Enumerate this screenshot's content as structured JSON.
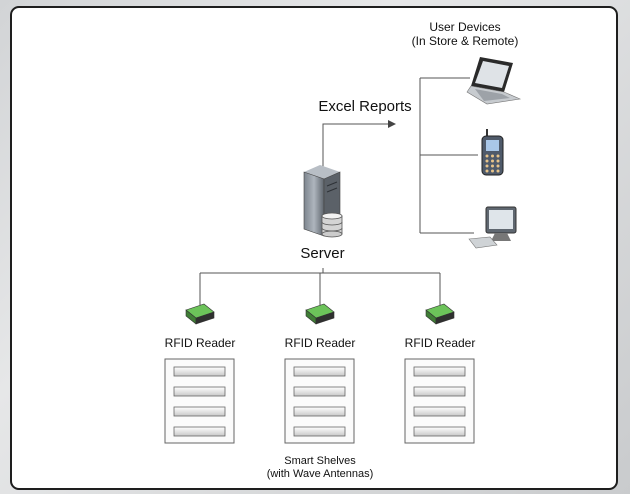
{
  "diagram": {
    "user_devices": [
      "User Devices",
      "(In Store & Remote)"
    ],
    "excel_reports": "Excel Reports",
    "server": "Server",
    "readers": [
      "RFID Reader",
      "RFID Reader",
      "RFID Reader"
    ],
    "shelves": [
      "Smart Shelves",
      "(with Wave Antennas)"
    ]
  },
  "icons": {
    "device_icons": [
      "laptop-icon",
      "mobile-phone-icon",
      "desktop-computer-icon"
    ],
    "server_icon": "server-icon",
    "reader_icon": "rfid-reader-icon",
    "shelf_icon": "shelf-unit-icon"
  },
  "colors": {
    "reader_green": "#5aa84a",
    "line": "#555555",
    "frame": "#1e1e1e"
  }
}
